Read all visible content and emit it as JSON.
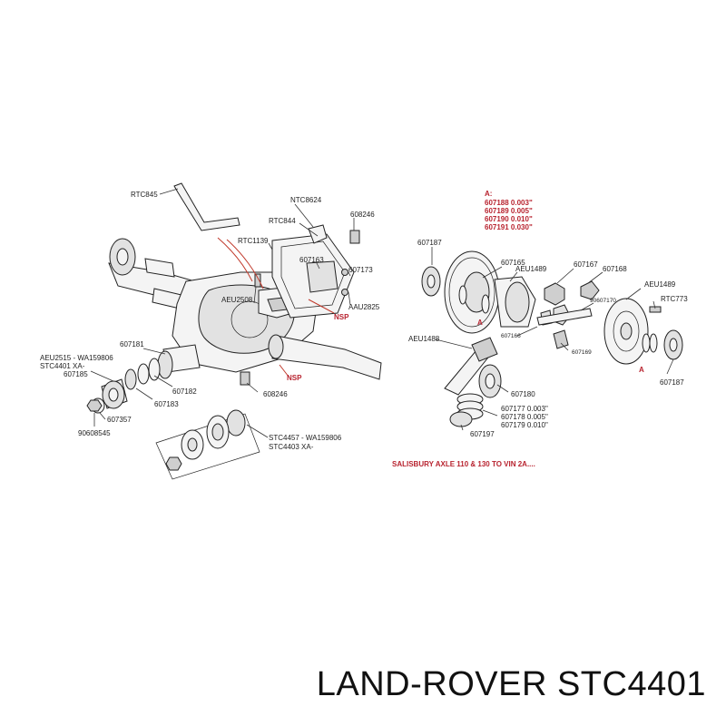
{
  "caption": "LAND-ROVER STC4401",
  "title_red": "SALISBURY AXLE 110 & 130 TO VIN 2A....",
  "shim_block": {
    "header": "A:",
    "lines": [
      "607188 0.003\"",
      "607189 0.005\"",
      "607190 0.010\"",
      "607191 0.030\""
    ]
  },
  "parts": {
    "rtc845": "RTC845",
    "ntc8624": "NTC8624",
    "rtc844": "RTC844",
    "p608246_top": "608246",
    "rtc1139": "RTC1139",
    "p607163": "607163",
    "p607173": "607173",
    "aeu2508": "AEU2508",
    "aau2825": "AAU2825",
    "nsp_top": "NSP",
    "p607181": "607181",
    "aeu2515": "AEU2515 - WA159806",
    "stc4401": "STC4401 XA-",
    "p607185": "607185",
    "p607182": "607182",
    "p607183": "607183",
    "p607357": "607357",
    "p90608545": "90608545",
    "nsp_bot": "NSP",
    "p608246_bot": "608246",
    "stc4457": "STC4457 - WA159806",
    "stc4403": "STC4403 XA-",
    "p607187_left": "607187",
    "p607165": "607165",
    "aeu1489_a": "AEU1489",
    "p607167": "607167",
    "p607168": "607168",
    "aeu1489_b": "AEU1489",
    "p90607170": "90607170",
    "rtc773": "RTC773",
    "aeu1488": "AEU1488",
    "p607166": "607166",
    "p607169": "607169",
    "p607187_right": "607187",
    "p607180": "607180",
    "p607177": "607177 0.003\"",
    "p607178": "607178 0.005\"",
    "p607179": "607179 0.010\"",
    "p607197": "607197",
    "mark_a": "A"
  }
}
